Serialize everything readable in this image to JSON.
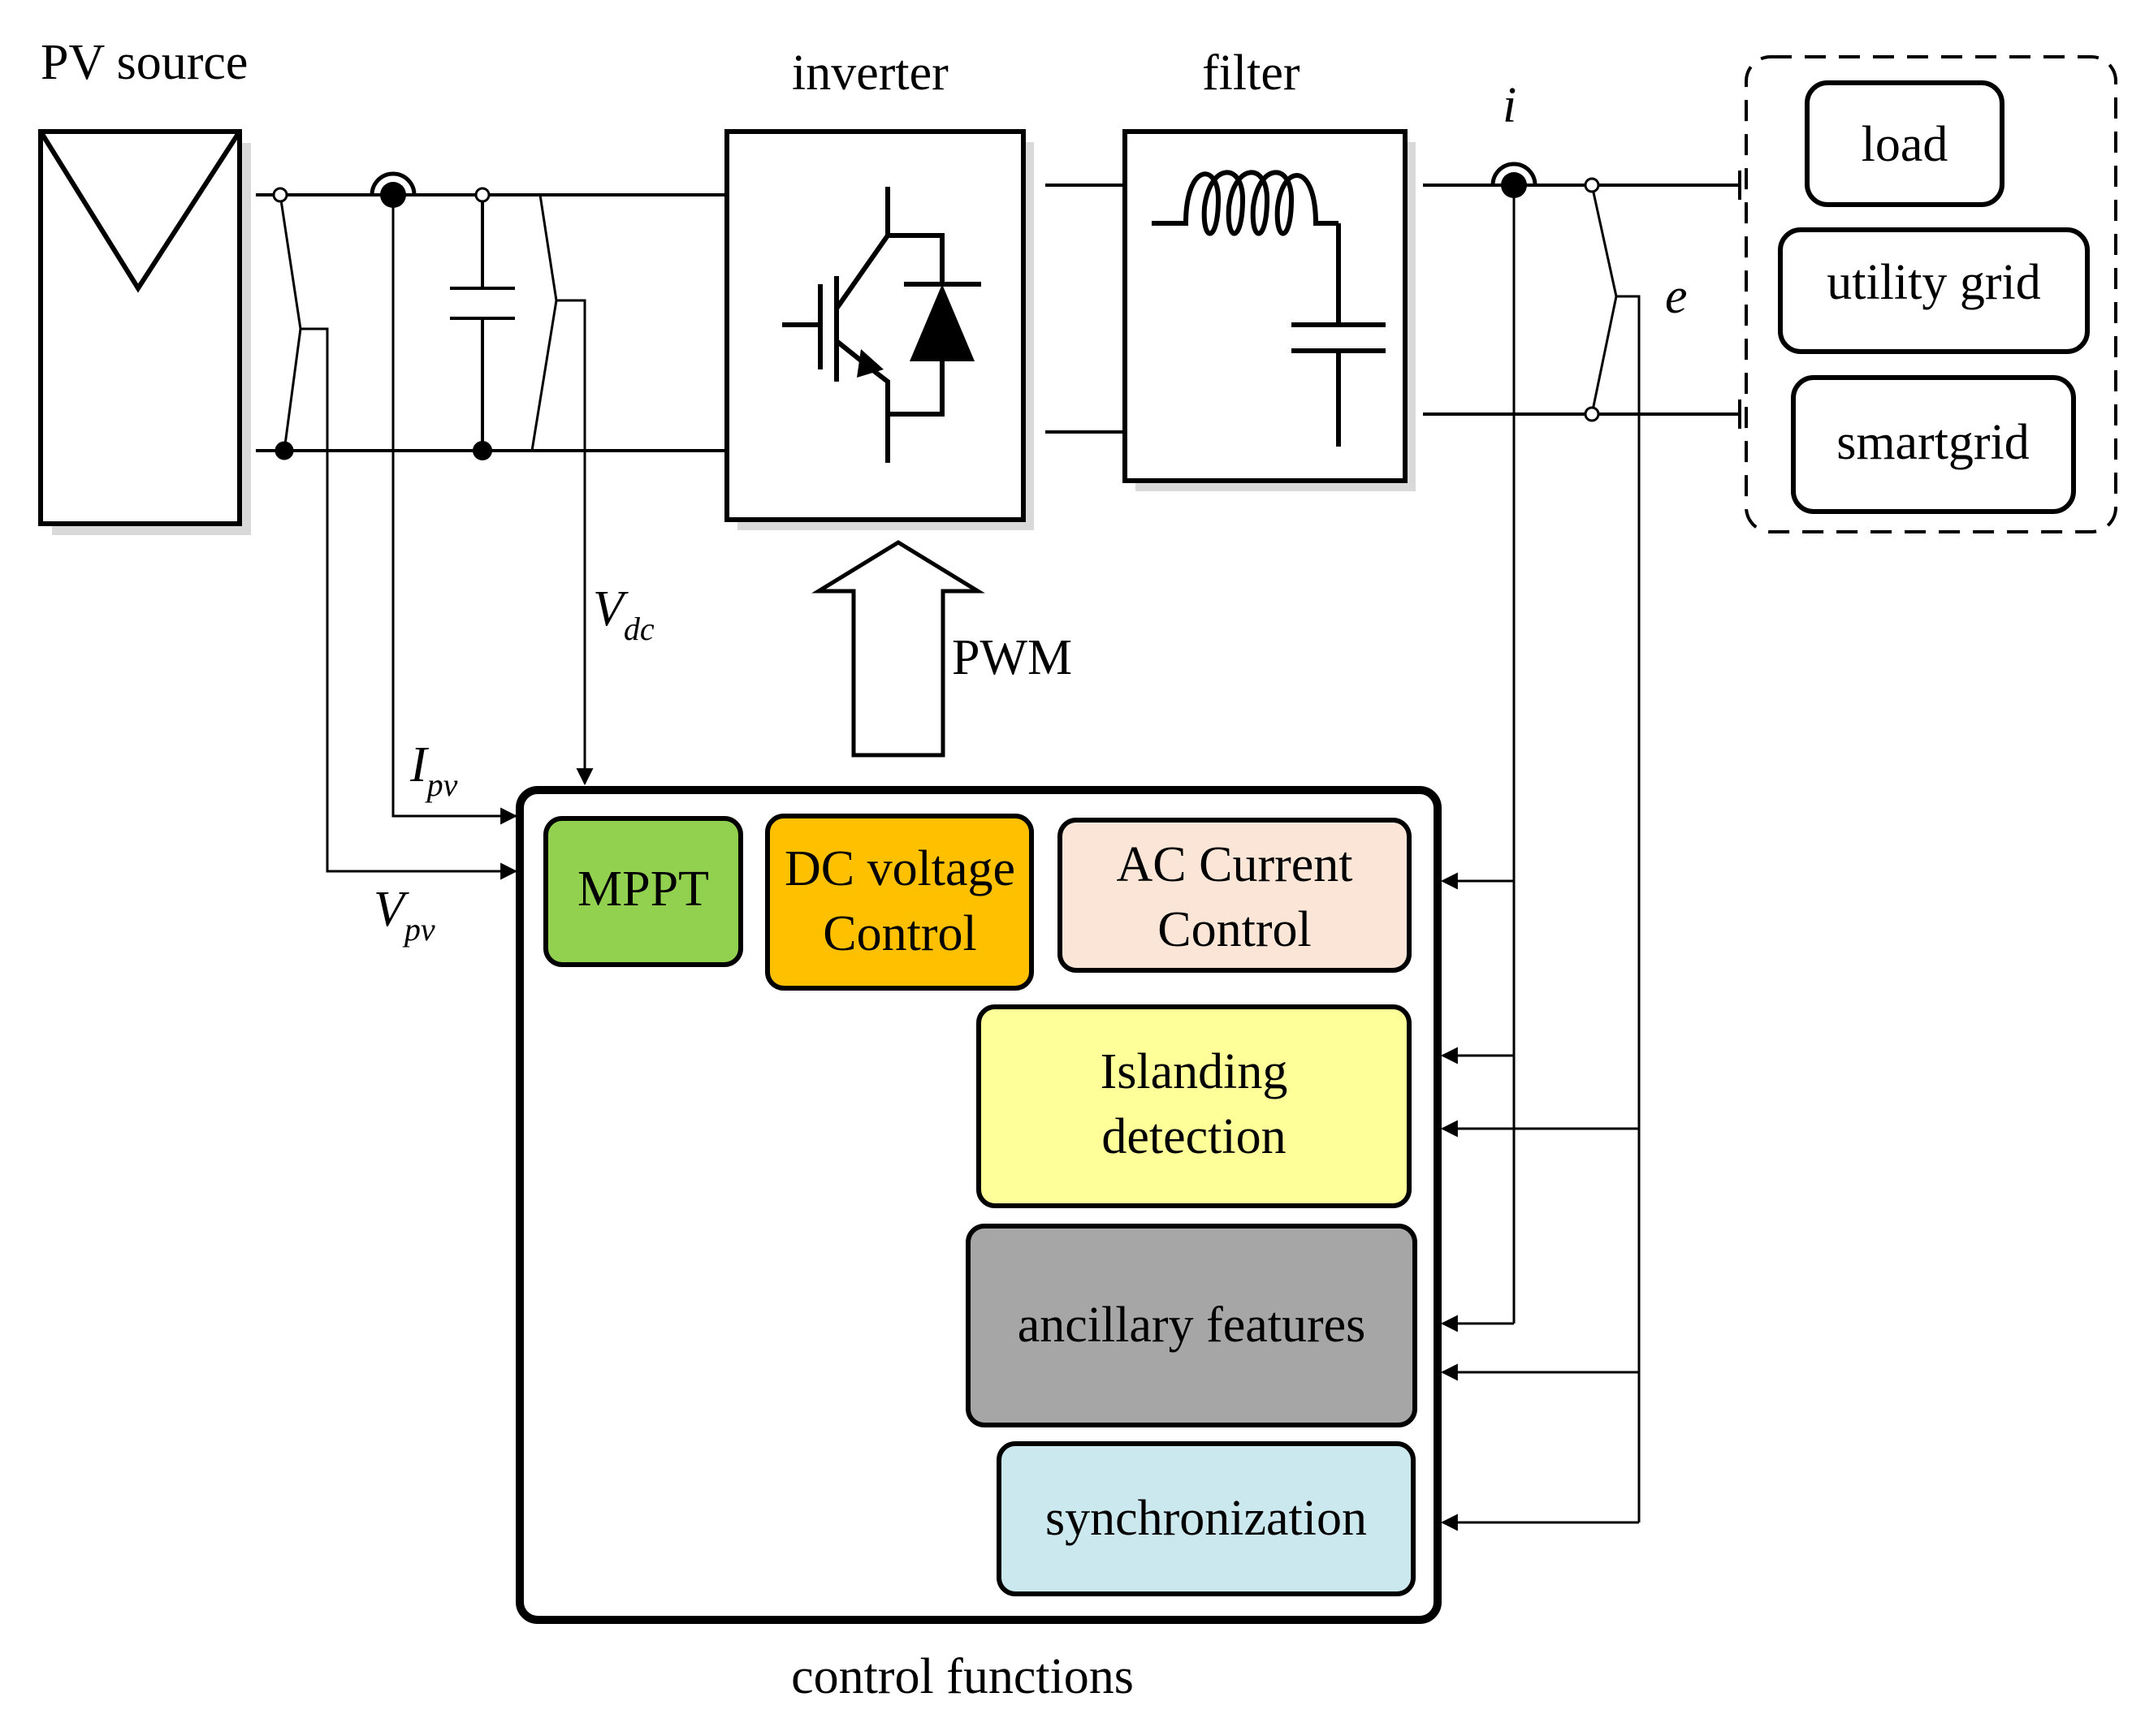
{
  "labels": {
    "pv_source": "PV source",
    "inverter": "inverter",
    "filter": "filter",
    "current": "i",
    "voltage": "e",
    "pwm": "PWM",
    "vdc_main": "V",
    "vdc_sub": "dc",
    "ipv_main": "I",
    "ipv_sub": "pv",
    "vpv_main": "V",
    "vpv_sub": "pv",
    "control_functions": "control functions"
  },
  "grid_targets": {
    "load": "load",
    "utility_grid": "utility grid",
    "smartgrid": "smartgrid"
  },
  "control_blocks": {
    "mppt": {
      "text": "MPPT",
      "color": "#92d050"
    },
    "dc_voltage": {
      "line1": "DC voltage",
      "line2": "Control",
      "color": "#ffc000"
    },
    "ac_current": {
      "line1": "AC Current",
      "line2": "Control",
      "color": "#fbe5d6"
    },
    "islanding": {
      "line1": "Islanding",
      "line2": "detection",
      "color": "#ffff99"
    },
    "ancillary": {
      "text": "ancillary features",
      "color": "#a6a6a6"
    },
    "synchronization": {
      "text": "synchronization",
      "color": "#cce8ef"
    }
  }
}
